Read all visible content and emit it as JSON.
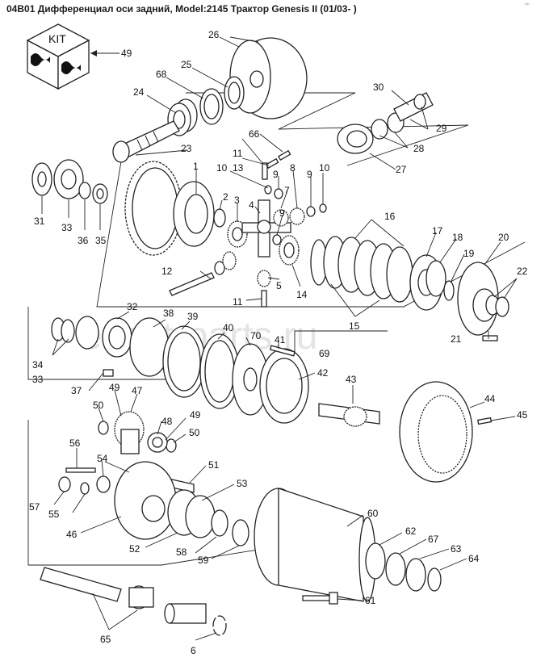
{
  "title": "04B01 Дифференциал оси задний, Model:2145 Трактор Genesis II (01/03- )",
  "corner_mark": "ᵖᵖ",
  "kit": {
    "label": "KIT"
  },
  "watermark": "ecost-parts.ru",
  "callouts": [
    "1",
    "2",
    "3",
    "4",
    "5",
    "6",
    "7",
    "8",
    "9",
    "9",
    "9",
    "10",
    "10",
    "11",
    "11",
    "12",
    "13",
    "14",
    "15",
    "16",
    "17",
    "18",
    "19",
    "20",
    "21",
    "22",
    "23",
    "24",
    "25",
    "26",
    "27",
    "28",
    "29",
    "30",
    "31",
    "32",
    "33",
    "33",
    "34",
    "35",
    "36",
    "37",
    "38",
    "39",
    "40",
    "41",
    "42",
    "43",
    "44",
    "45",
    "46",
    "47",
    "48",
    "49",
    "49",
    "49",
    "50",
    "50",
    "51",
    "52",
    "53",
    "54",
    "55",
    "56",
    "57",
    "58",
    "59",
    "60",
    "61",
    "62",
    "63",
    "64",
    "65",
    "66",
    "67",
    "68",
    "69",
    "70"
  ]
}
